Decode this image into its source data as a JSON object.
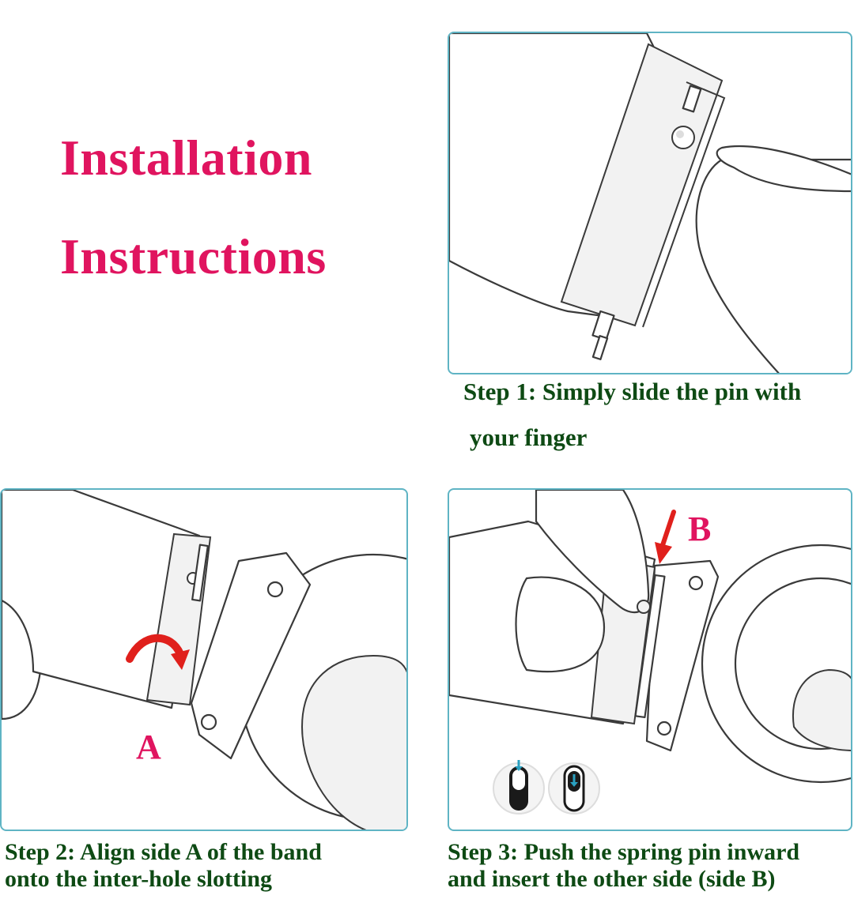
{
  "title": {
    "line1": "Installation",
    "line2": "Instructions"
  },
  "steps": [
    {
      "caption_line1": "Step 1: Simply slide the pin with",
      "caption_line2": "your finger"
    },
    {
      "caption_line1": "Step 2: Align side A of the band",
      "caption_line2": "onto the inter-hole slotting",
      "label": "A"
    },
    {
      "caption_line1": "Step 3: Push the spring pin inward",
      "caption_line2": "and insert the other side (side B)",
      "label": "B"
    }
  ],
  "colors": {
    "title": "#e0145f",
    "caption": "#0e4a14",
    "panel_border": "#5fb4c4",
    "arrow": "#e0201c",
    "toggle_accent": "#2aa0c0"
  }
}
